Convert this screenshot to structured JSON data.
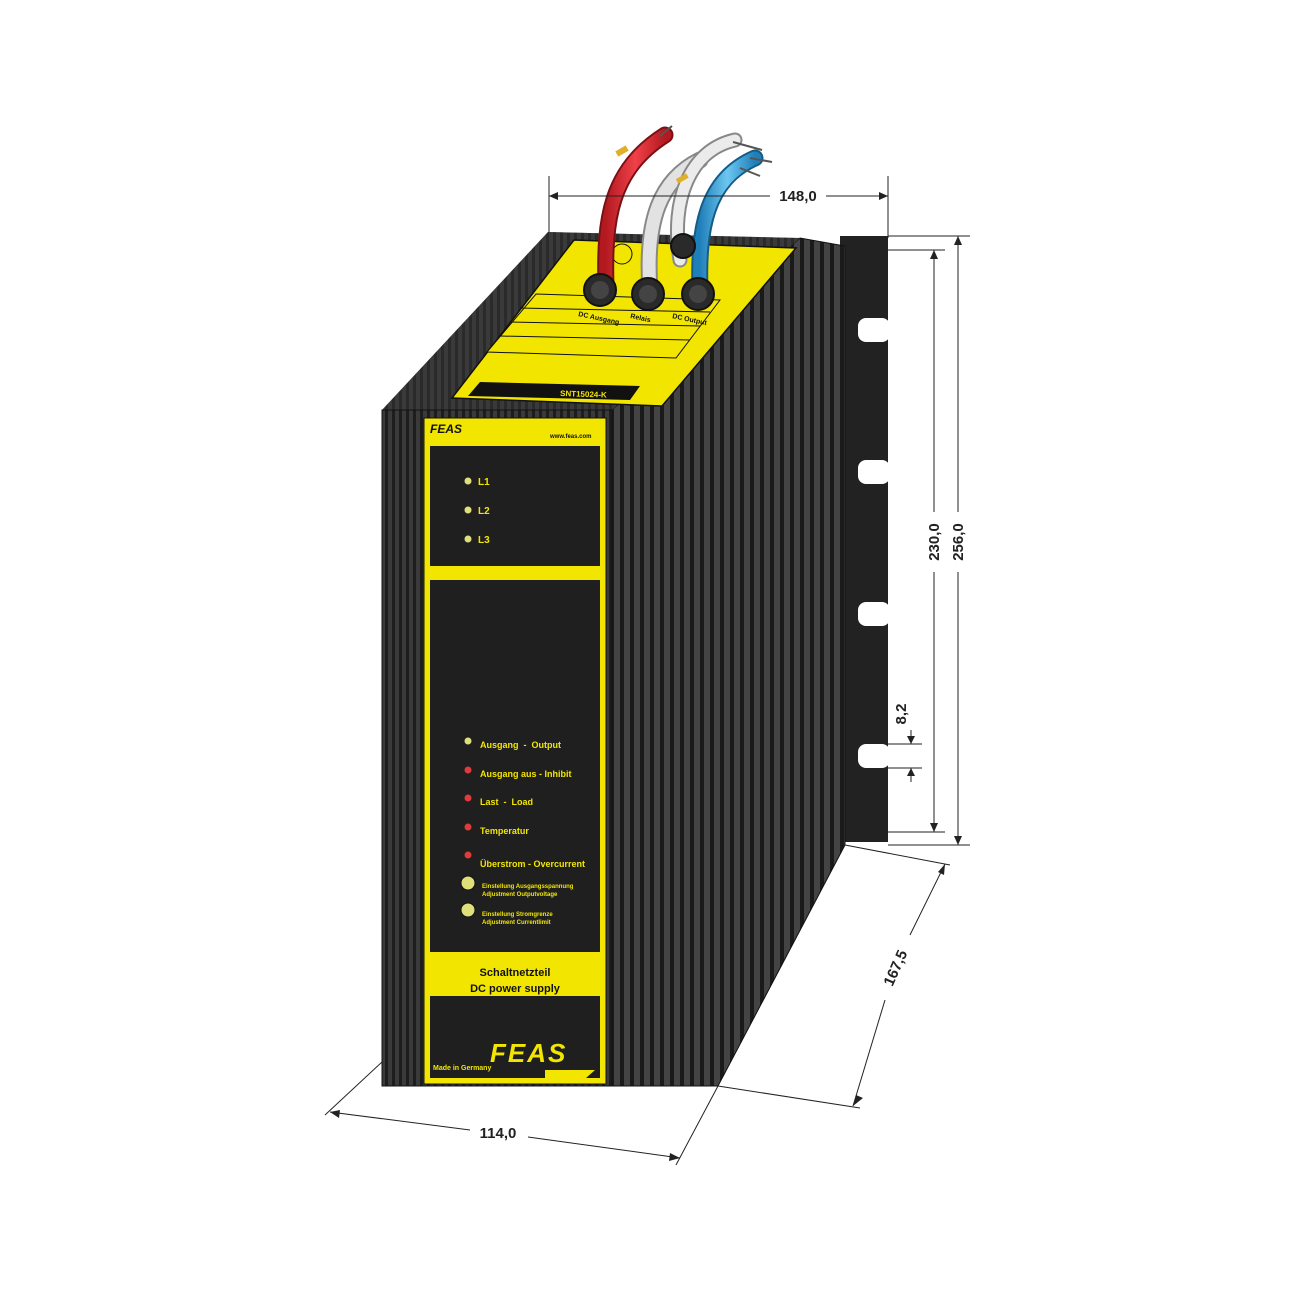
{
  "dimensions": {
    "top_width": "148,0",
    "height_inner": "230,0",
    "height_outer": "256,0",
    "slot": "8,2",
    "depth": "167,5",
    "front_width": "114,0"
  },
  "brand": {
    "logo_text": "FEAS",
    "website": "www.feas.com",
    "made_in": "Made in Germany"
  },
  "phase_leds": [
    {
      "label": "L1",
      "color": "#dfe07a"
    },
    {
      "label": "L2",
      "color": "#dfe07a"
    },
    {
      "label": "L3",
      "color": "#dfe07a"
    }
  ],
  "status_leds": [
    {
      "label": "Ausgang  -  Output",
      "color": "#dfe07a"
    },
    {
      "label": "Ausgang aus - Inhibit",
      "color": "#e03a3a"
    },
    {
      "label": "Last  -  Load",
      "color": "#e03a3a"
    },
    {
      "label": "Temperatur",
      "color": "#e03a3a"
    },
    {
      "label": "Überstrom - Overcurrent",
      "color": "#e03a3a"
    }
  ],
  "adjusters": [
    {
      "line1": "Einstellung Ausgangsspannung",
      "line2": "Adjustment Outputvoltage"
    },
    {
      "line1": "Einstellung Stromgrenze",
      "line2": "Adjustment Currentlimit"
    }
  ],
  "product": {
    "name_de": "Schaltnetzteil",
    "name_en": "DC power supply"
  },
  "top_label": {
    "dc_ausgang": "DC Ausgang",
    "relais": "Relais",
    "dc_output": "DC Output",
    "model": "SNT15024-K"
  },
  "colors": {
    "body": "#2b2b2b",
    "yellow": "#f2e600",
    "cable_red": "#d8262d",
    "cable_blue": "#2f9fd8",
    "cable_grey": "#c9c9c9"
  }
}
